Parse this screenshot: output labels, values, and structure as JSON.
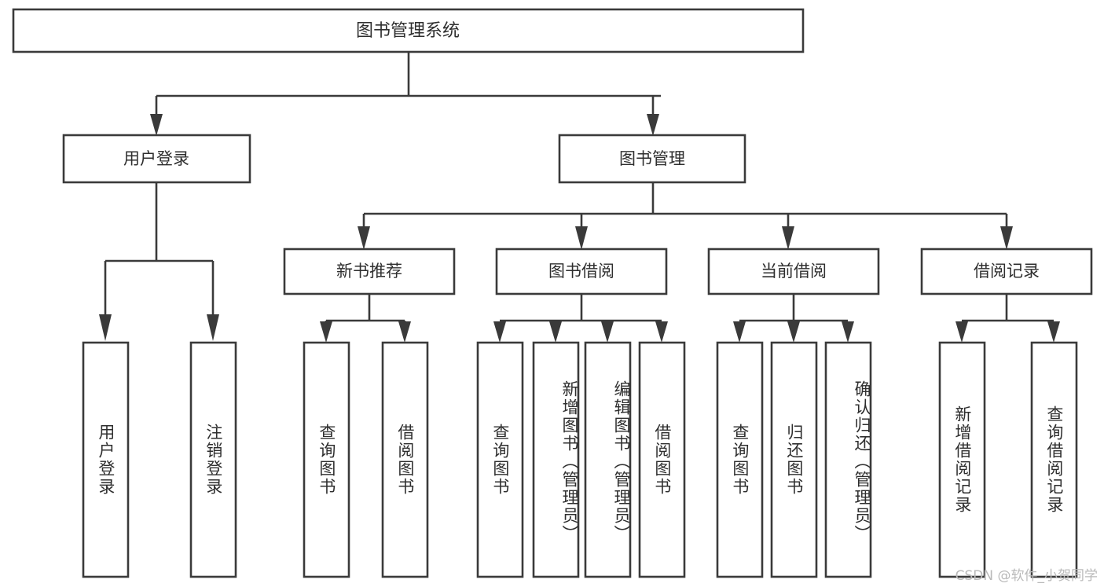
{
  "diagram": {
    "type": "tree-hierarchy",
    "title": "图书管理系统",
    "watermark": "CSDN @软件_小贺同学",
    "colors": {
      "stroke": "#3a3a3a",
      "box_fill": "#ffffff",
      "text": "#2e2e2e",
      "background": "#ffffff",
      "watermark": "#b9b9b9"
    },
    "root": {
      "label": "图书管理系统"
    },
    "level2": [
      {
        "label": "用户登录"
      },
      {
        "label": "图书管理"
      }
    ],
    "level3": [
      {
        "label": "新书推荐"
      },
      {
        "label": "图书借阅"
      },
      {
        "label": "当前借阅"
      },
      {
        "label": "借阅记录"
      }
    ],
    "leaves": {
      "user_login": [
        {
          "label": "用户登录"
        },
        {
          "label": "注销登录"
        }
      ],
      "new_book_recommend": [
        {
          "label": "查询图书"
        },
        {
          "label": "借阅图书"
        }
      ],
      "book_borrow": [
        {
          "label": "查询图书"
        },
        {
          "label": "新增图书（管理员）"
        },
        {
          "label": "编辑图书（管理员）"
        },
        {
          "label": "借阅图书"
        }
      ],
      "current_borrow": [
        {
          "label": "查询图书"
        },
        {
          "label": "归还图书"
        },
        {
          "label": "确认归还（管理员）"
        }
      ],
      "borrow_record": [
        {
          "label": "新增借阅记录"
        },
        {
          "label": "查询借阅记录"
        }
      ]
    }
  }
}
